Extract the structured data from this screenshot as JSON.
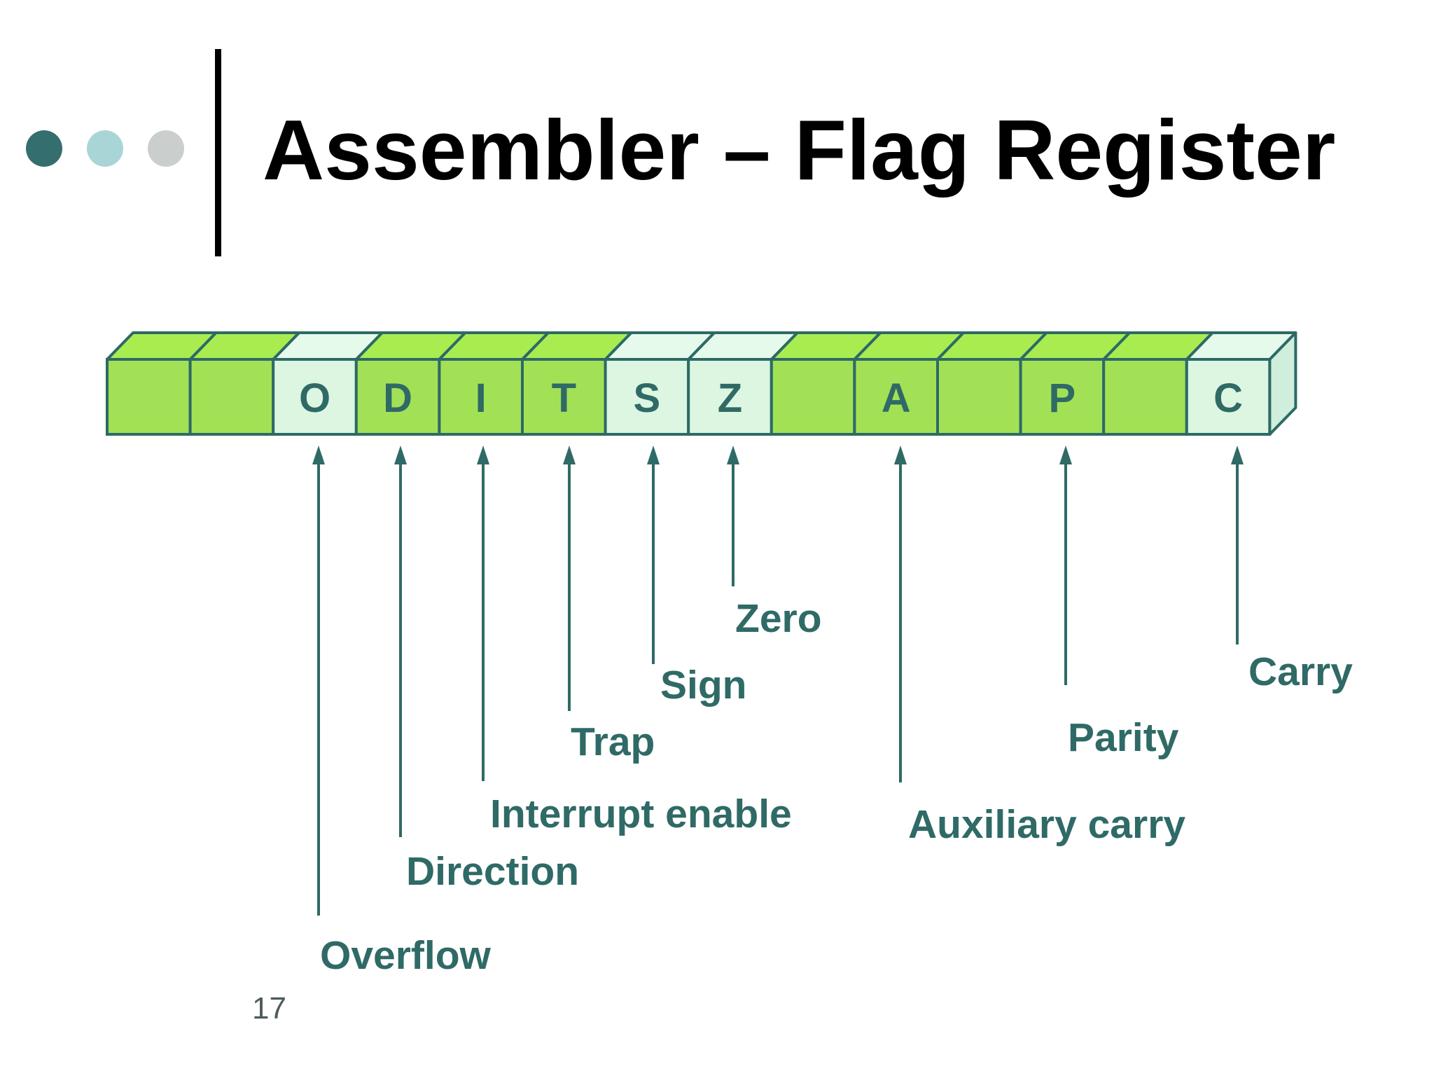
{
  "slide": {
    "title": "Assembler – Flag Register",
    "page_number": "17"
  },
  "register": {
    "cells": [
      {
        "letter": "",
        "tone": "green"
      },
      {
        "letter": "",
        "tone": "green"
      },
      {
        "letter": "O",
        "tone": "pale"
      },
      {
        "letter": "D",
        "tone": "green"
      },
      {
        "letter": "I",
        "tone": "green"
      },
      {
        "letter": "T",
        "tone": "green"
      },
      {
        "letter": "S",
        "tone": "pale"
      },
      {
        "letter": "Z",
        "tone": "pale"
      },
      {
        "letter": "",
        "tone": "green"
      },
      {
        "letter": "A",
        "tone": "green"
      },
      {
        "letter": "",
        "tone": "green"
      },
      {
        "letter": "P",
        "tone": "green"
      },
      {
        "letter": "",
        "tone": "green"
      },
      {
        "letter": "C",
        "tone": "pale"
      }
    ]
  },
  "flags": [
    {
      "bit": "O",
      "name": "Overflow"
    },
    {
      "bit": "D",
      "name": "Direction"
    },
    {
      "bit": "I",
      "name": "Interrupt enable"
    },
    {
      "bit": "T",
      "name": "Trap"
    },
    {
      "bit": "S",
      "name": "Sign"
    },
    {
      "bit": "Z",
      "name": "Zero"
    },
    {
      "bit": "A",
      "name": "Auxiliary carry"
    },
    {
      "bit": "P",
      "name": "Parity"
    },
    {
      "bit": "C",
      "name": "Carry"
    }
  ],
  "colors": {
    "cell_green": "#a2e156",
    "cell_green_top": "#a8ec50",
    "cell_pale": "#dcf6e2",
    "cell_pale_top": "#e6faeb",
    "cell_side": "#cfeedb",
    "outline": "#2d6a66",
    "flag_text": "#2f6a66",
    "title_text": "#000000",
    "page_number_text": "#4e5a5c",
    "bullets": [
      "#356e6e",
      "#a9d5d6",
      "#cacecd"
    ]
  }
}
